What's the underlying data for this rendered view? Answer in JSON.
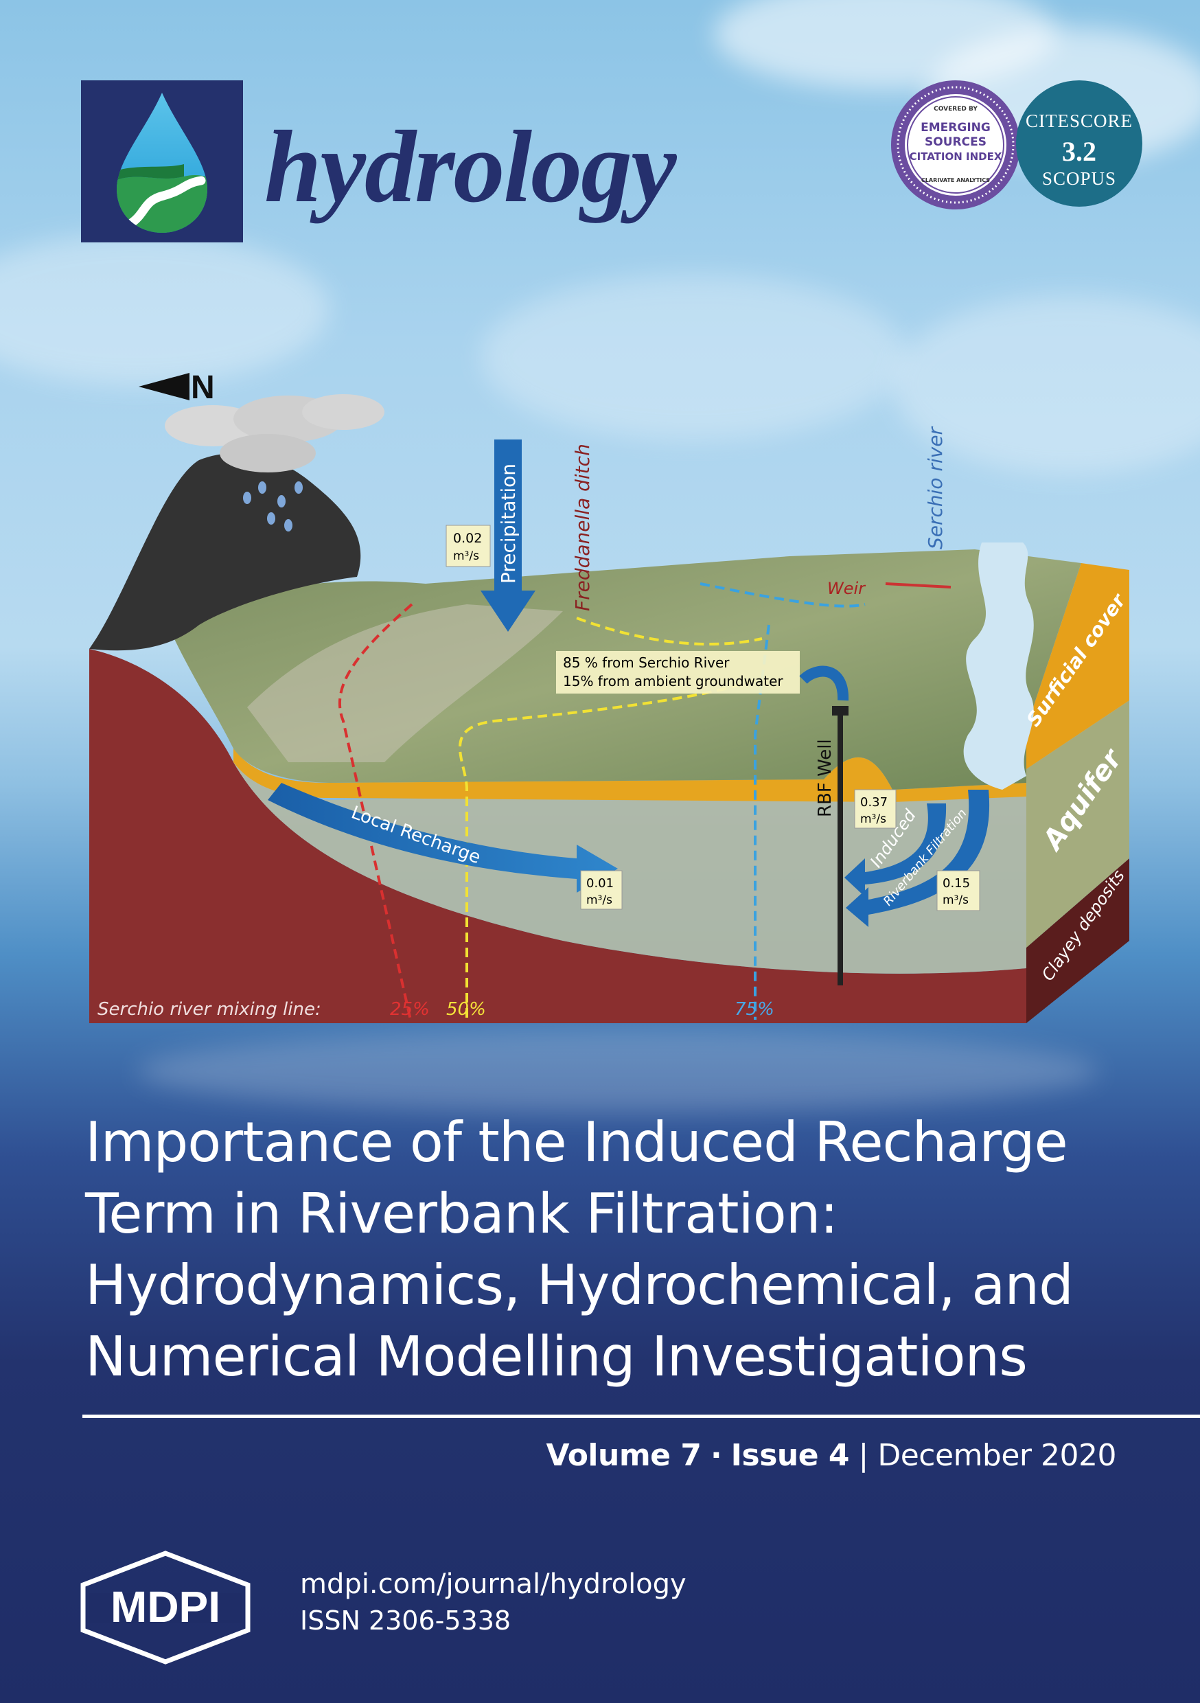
{
  "journal": {
    "name": "hydrology"
  },
  "badges": {
    "esci": {
      "top": "COVERED BY",
      "line1": "EMERGING",
      "line2": "SOURCES",
      "line3": "CITATION INDEX",
      "bottom": "CLARIVATE ANALYTICS"
    },
    "citescore": {
      "label": "CITESCORE",
      "value": "3.2",
      "source": "SCOPUS"
    }
  },
  "compass": {
    "label": "N"
  },
  "diagram": {
    "labels": {
      "precipitation": "Precipitation",
      "precip_rate_value": "0.02",
      "precip_rate_unit": "m³/s",
      "ditch": "Freddanella ditch",
      "river": "Serchio river",
      "weir": "Weir",
      "mix_line1": "85 % from Serchio River",
      "mix_line2": "15% from ambient groundwater",
      "surficial": "Surficial cover",
      "aquifer": "Aquifer",
      "clayey": "Clayey deposits",
      "well": "RBF Well",
      "well_rate_value": "0.37",
      "well_rate_unit": "m³/s",
      "local_recharge": "Local Recharge",
      "local_rate_value": "0.01",
      "local_rate_unit": "m³/s",
      "induced": "Induced",
      "rbf": "Riverbank Filtration",
      "induced_rate_value": "0.15",
      "induced_rate_unit": "m³/s",
      "mixing_line": "Serchio river mixing line:",
      "p25": "25%",
      "p50": "50%",
      "p75": "75%"
    }
  },
  "article": {
    "title_lines": [
      "Importance of the Induced Recharge",
      "Term in Riverbank Filtration:",
      "Hydrodynamics, Hydrochemical, and",
      "Numerical Modelling Investigations"
    ]
  },
  "issue": {
    "volume": "Volume 7",
    "separator": "·",
    "issue": "Issue 4",
    "divider": "|",
    "date": "December 2020"
  },
  "publisher": {
    "logo_text": "MDPI",
    "url": "mdpi.com/journal/hydrology",
    "issn": "ISSN 2306-5338"
  },
  "colors": {
    "navy": "#24316d",
    "teal_badge": "#1d6e88",
    "aquifer": "#b4b89a",
    "bedrock": "#8a2f2f",
    "surficial": "#e8a21b"
  }
}
